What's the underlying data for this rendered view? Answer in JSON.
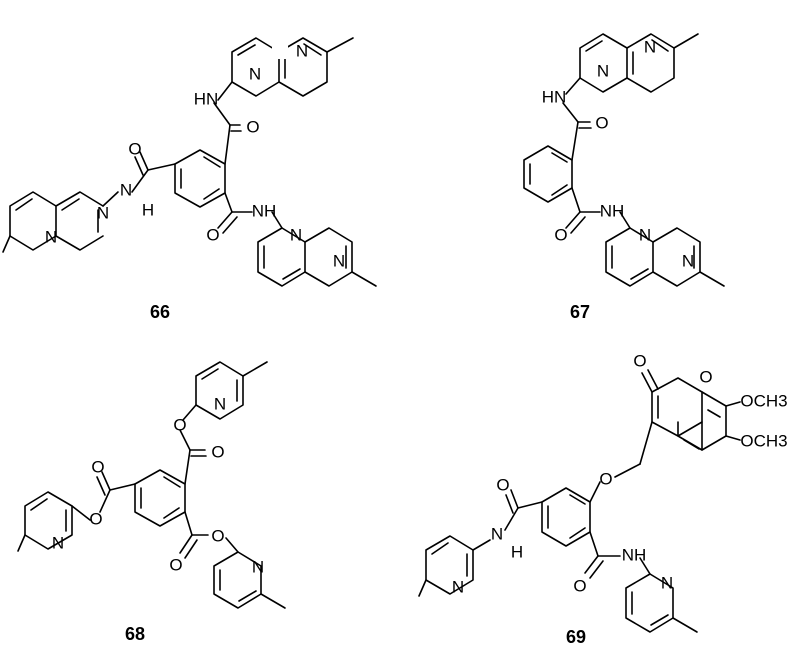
{
  "compounds": [
    {
      "id": "66",
      "label": "66"
    },
    {
      "id": "67",
      "label": "67"
    },
    {
      "id": "68",
      "label": "68"
    },
    {
      "id": "69",
      "label": "69"
    }
  ],
  "atoms": {
    "N": "N",
    "O": "O",
    "NH": "NH",
    "HN": "HN",
    "H": "H",
    "OCH3": "OCH3"
  }
}
